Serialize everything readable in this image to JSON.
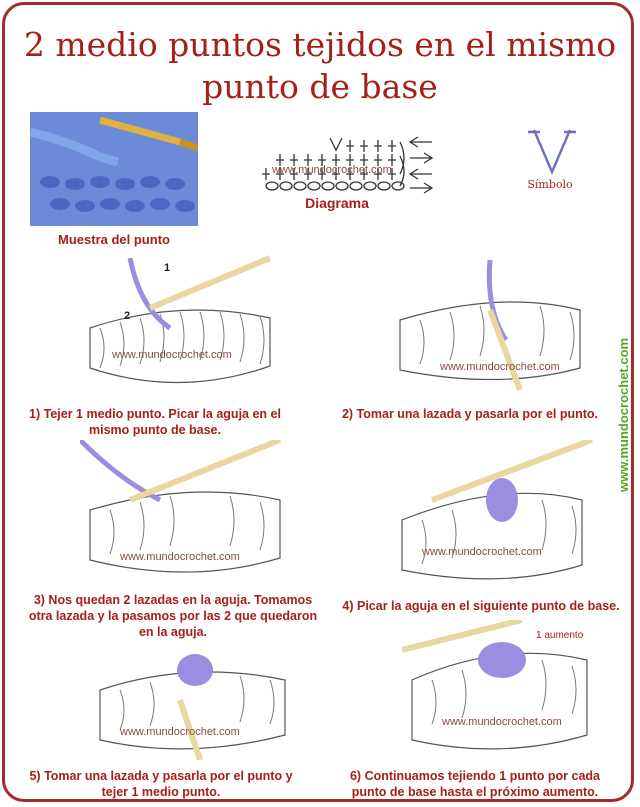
{
  "title_line1": "2 medio puntos tejidos en el mismo",
  "title_line2": "punto de base",
  "sample_label": "Muestra del punto",
  "diagram_label": "Diagrama",
  "symbol_label": "Símbolo",
  "watermark": "www.mundocrochet.com",
  "side_text": "www.mundocrochet.com",
  "step1_labels": {
    "a": "1",
    "b": "2"
  },
  "step6_annotation": "1 aumento",
  "steps": [
    {
      "line1": "1) Tejer 1 medio punto. Picar la aguja en el",
      "line2": "mismo punto de base."
    },
    {
      "line1": "2) Tomar una lazada y pasarla por el punto.",
      "line2": ""
    },
    {
      "line1": "3) Nos quedan 2 lazadas en la aguja. Tomamos",
      "line2": "otra lazada y la pasamos por las 2 que quedaron",
      "line3": "en la aguja."
    },
    {
      "line1": "4) Picar la aguja en el siguiente punto de base.",
      "line2": ""
    },
    {
      "line1": "5) Tomar una lazada y pasarla por el punto y",
      "line2": "tejer 1 medio punto."
    },
    {
      "line1": "6) Continuamos tejiendo 1 punto por cada",
      "line2": "punto de base hasta el próximo aumento."
    }
  ],
  "colors": {
    "title": "#a52019",
    "frame": "#a52a2a",
    "yarn_accent": "#9b8ee0",
    "side_text": "#5aa320"
  }
}
